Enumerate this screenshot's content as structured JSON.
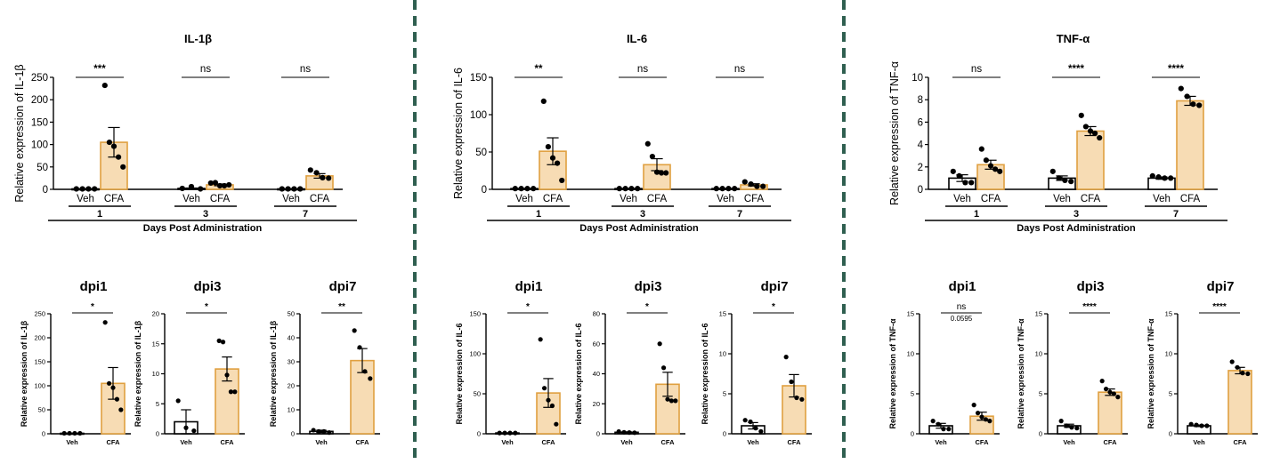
{
  "colors": {
    "axis": "#000000",
    "bar_veh_fill": "#ffffff",
    "bar_cfa_fill": "#f7dcb4",
    "bar_veh_stroke": "#000000",
    "bar_cfa_stroke": "#e0a040",
    "points": "#000000",
    "divider": "#2f5f50"
  },
  "chart_data": [
    {
      "type": "bar",
      "group": "IL-1β",
      "layout": "grouped",
      "title": "IL-1β",
      "ylabel": "Relative expression of IL-1β",
      "xlabel": "Days Post Administration",
      "ylim": [
        0,
        250
      ],
      "yticks": [
        0,
        50,
        100,
        150,
        200,
        250
      ],
      "groups": [
        {
          "label": "1",
          "bars": [
            {
              "label": "Veh",
              "value": 1,
              "err": 0,
              "points": [
                1,
                1,
                1,
                1
              ]
            },
            {
              "label": "CFA",
              "value": 105,
              "err": 33,
              "points": [
                232,
                105,
                96,
                72,
                50
              ]
            }
          ]
        },
        {
          "label": "3",
          "bars": [
            {
              "label": "Veh",
              "value": 2,
              "err": 1,
              "points": [
                2,
                6,
                1
              ]
            },
            {
              "label": "CFA",
              "value": 10,
              "err": 2,
              "points": [
                14,
                15,
                8,
                8,
                10
              ]
            }
          ]
        },
        {
          "label": "7",
          "bars": [
            {
              "label": "Veh",
              "value": 1,
              "err": 0,
              "points": [
                1,
                1,
                1,
                1
              ]
            },
            {
              "label": "CFA",
              "value": 30,
              "err": 5,
              "points": [
                43,
                37,
                26,
                25
              ]
            }
          ]
        }
      ],
      "significance": [
        {
          "label": "***"
        },
        {
          "label": "ns"
        },
        {
          "label": "ns"
        }
      ]
    },
    {
      "type": "bar",
      "group": "IL-6",
      "layout": "grouped",
      "title": "IL-6",
      "ylabel": "Relative expression of IL-6",
      "xlabel": "Days Post Administration",
      "ylim": [
        0,
        150
      ],
      "yticks": [
        0,
        50,
        100,
        150
      ],
      "groups": [
        {
          "label": "1",
          "bars": [
            {
              "label": "Veh",
              "value": 1,
              "err": 0,
              "points": [
                1,
                1,
                1,
                1
              ]
            },
            {
              "label": "CFA",
              "value": 51,
              "err": 18,
              "points": [
                118,
                57,
                42,
                35,
                12
              ]
            }
          ]
        },
        {
          "label": "3",
          "bars": [
            {
              "label": "Veh",
              "value": 1,
              "err": 0,
              "points": [
                1,
                1,
                1,
                1
              ]
            },
            {
              "label": "CFA",
              "value": 33,
              "err": 8,
              "points": [
                61,
                44,
                23,
                22,
                22
              ]
            }
          ]
        },
        {
          "label": "7",
          "bars": [
            {
              "label": "Veh",
              "value": 1,
              "err": 0,
              "points": [
                1,
                1,
                1,
                1
              ]
            },
            {
              "label": "CFA",
              "value": 6,
              "err": 1.5,
              "points": [
                10,
                7,
                4,
                4
              ]
            }
          ]
        }
      ],
      "significance": [
        {
          "label": "**"
        },
        {
          "label": "ns"
        },
        {
          "label": "ns"
        }
      ]
    },
    {
      "type": "bar",
      "group": "TNF-α",
      "layout": "grouped",
      "title": "TNF-α",
      "ylabel": "Relative expression of TNF-α",
      "xlabel": "Days Post Administration",
      "ylim": [
        0,
        10
      ],
      "yticks": [
        0,
        2,
        4,
        6,
        8,
        10
      ],
      "groups": [
        {
          "label": "1",
          "bars": [
            {
              "label": "Veh",
              "value": 1.0,
              "err": 0.3,
              "points": [
                1.6,
                1.2,
                0.6,
                0.6
              ]
            },
            {
              "label": "CFA",
              "value": 2.2,
              "err": 0.4,
              "points": [
                3.6,
                2.6,
                2.1,
                1.8,
                1.6
              ]
            }
          ]
        },
        {
          "label": "3",
          "bars": [
            {
              "label": "Veh",
              "value": 1.0,
              "err": 0.2,
              "points": [
                1.6,
                1.0,
                0.8,
                0.7
              ]
            },
            {
              "label": "CFA",
              "value": 5.2,
              "err": 0.4,
              "points": [
                6.6,
                5.6,
                5.2,
                5.0,
                4.6
              ]
            }
          ]
        },
        {
          "label": "7",
          "bars": [
            {
              "label": "Veh",
              "value": 1.0,
              "err": 0.1,
              "points": [
                1.2,
                1.1,
                1.0,
                1.0
              ]
            },
            {
              "label": "CFA",
              "value": 7.9,
              "err": 0.4,
              "points": [
                9.0,
                8.3,
                7.6,
                7.5
              ]
            }
          ]
        }
      ],
      "significance": [
        {
          "label": "ns"
        },
        {
          "label": "****"
        },
        {
          "label": "****"
        }
      ]
    },
    {
      "type": "bar",
      "group": "IL-1β",
      "layout": "pair",
      "title": "dpi1",
      "ylabel": "Relative expression of IL-1β",
      "ylim": [
        0,
        250
      ],
      "yticks": [
        0,
        50,
        100,
        150,
        200,
        250
      ],
      "bars": [
        {
          "label": "Veh",
          "value": 1,
          "err": 0,
          "points": [
            1,
            1,
            1,
            1
          ]
        },
        {
          "label": "CFA",
          "value": 105,
          "err": 33,
          "points": [
            232,
            105,
            96,
            72,
            50
          ]
        }
      ],
      "significance": {
        "label": "*"
      }
    },
    {
      "type": "bar",
      "group": "IL-1β",
      "layout": "pair",
      "title": "dpi3",
      "ylabel": "Relative expression of IL-1β",
      "ylim": [
        0,
        20
      ],
      "yticks": [
        0,
        5,
        10,
        15,
        20
      ],
      "bars": [
        {
          "label": "Veh",
          "value": 2,
          "err": 2,
          "points": [
            5.5,
            1,
            0.5
          ]
        },
        {
          "label": "CFA",
          "value": 10.8,
          "err": 2,
          "points": [
            15.5,
            15.3,
            9.8,
            7,
            7
          ]
        }
      ],
      "significance": {
        "label": "*"
      }
    },
    {
      "type": "bar",
      "group": "IL-1β",
      "layout": "pair",
      "title": "dpi7",
      "ylabel": "Relative expression of IL-1β",
      "ylim": [
        0,
        50
      ],
      "yticks": [
        0,
        10,
        20,
        30,
        40,
        50
      ],
      "bars": [
        {
          "label": "Veh",
          "value": 1,
          "err": 0.5,
          "points": [
            1.5,
            1,
            1,
            0.5
          ]
        },
        {
          "label": "CFA",
          "value": 30.5,
          "err": 5,
          "points": [
            43,
            36,
            26,
            23
          ]
        }
      ],
      "significance": {
        "label": "**"
      }
    },
    {
      "type": "bar",
      "group": "IL-6",
      "layout": "pair",
      "title": "dpi1",
      "ylabel": "Relative expression of IL-6",
      "ylim": [
        0,
        150
      ],
      "yticks": [
        0,
        50,
        100,
        150
      ],
      "bars": [
        {
          "label": "Veh",
          "value": 1,
          "err": 0,
          "points": [
            1,
            1,
            1,
            1
          ]
        },
        {
          "label": "CFA",
          "value": 51,
          "err": 18,
          "points": [
            118,
            57,
            42,
            35,
            12
          ]
        }
      ],
      "significance": {
        "label": "*"
      }
    },
    {
      "type": "bar",
      "group": "IL-6",
      "layout": "pair",
      "title": "dpi3",
      "ylabel": "Relative expression of IL-6",
      "ylim": [
        0,
        80
      ],
      "yticks": [
        0,
        20,
        40,
        60,
        80
      ],
      "bars": [
        {
          "label": "Veh",
          "value": 1,
          "err": 0.3,
          "points": [
            1.5,
            1,
            0.8,
            0.7
          ]
        },
        {
          "label": "CFA",
          "value": 33,
          "err": 8,
          "points": [
            60,
            44,
            23,
            22,
            22
          ]
        }
      ],
      "significance": {
        "label": "*"
      }
    },
    {
      "type": "bar",
      "group": "IL-6",
      "layout": "pair",
      "title": "dpi7",
      "ylabel": "Relative expression of IL-6",
      "ylim": [
        0,
        15
      ],
      "yticks": [
        0,
        5,
        10,
        15
      ],
      "bars": [
        {
          "label": "Veh",
          "value": 1,
          "err": 0.4,
          "points": [
            1.7,
            1.5,
            0.7,
            0.3
          ]
        },
        {
          "label": "CFA",
          "value": 6,
          "err": 1.4,
          "points": [
            9.6,
            6.5,
            4.5,
            4.3
          ]
        }
      ],
      "significance": {
        "label": "*"
      }
    },
    {
      "type": "bar",
      "group": "TNF-α",
      "layout": "pair",
      "title": "dpi1",
      "ylabel": "Relative expression of TNF-α",
      "ylim": [
        0,
        15
      ],
      "yticks": [
        0,
        5,
        10,
        15
      ],
      "bars": [
        {
          "label": "Veh",
          "value": 1.0,
          "err": 0.3,
          "points": [
            1.6,
            1.2,
            0.6,
            0.6
          ]
        },
        {
          "label": "CFA",
          "value": 2.2,
          "err": 0.5,
          "points": [
            3.6,
            2.6,
            2.1,
            1.8,
            1.6
          ]
        }
      ],
      "significance": {
        "label": "ns",
        "sublabel": "0.0595"
      }
    },
    {
      "type": "bar",
      "group": "TNF-α",
      "layout": "pair",
      "title": "dpi3",
      "ylabel": "Relative expression of TNF-α",
      "ylim": [
        0,
        15
      ],
      "yticks": [
        0,
        5,
        10,
        15
      ],
      "bars": [
        {
          "label": "Veh",
          "value": 1.0,
          "err": 0.2,
          "points": [
            1.6,
            1.0,
            0.8,
            0.7
          ]
        },
        {
          "label": "CFA",
          "value": 5.2,
          "err": 0.4,
          "points": [
            6.6,
            5.6,
            5.2,
            5.0,
            4.6
          ]
        }
      ],
      "significance": {
        "label": "****"
      }
    },
    {
      "type": "bar",
      "group": "TNF-α",
      "layout": "pair",
      "title": "dpi7",
      "ylabel": "Relative expression of TNF-α",
      "ylim": [
        0,
        15
      ],
      "yticks": [
        0,
        5,
        10,
        15
      ],
      "bars": [
        {
          "label": "Veh",
          "value": 1.0,
          "err": 0.1,
          "points": [
            1.2,
            1.1,
            1.0,
            1.0
          ]
        },
        {
          "label": "CFA",
          "value": 7.9,
          "err": 0.4,
          "points": [
            9.0,
            8.3,
            7.6,
            7.5
          ]
        }
      ],
      "significance": {
        "label": "****"
      }
    }
  ]
}
